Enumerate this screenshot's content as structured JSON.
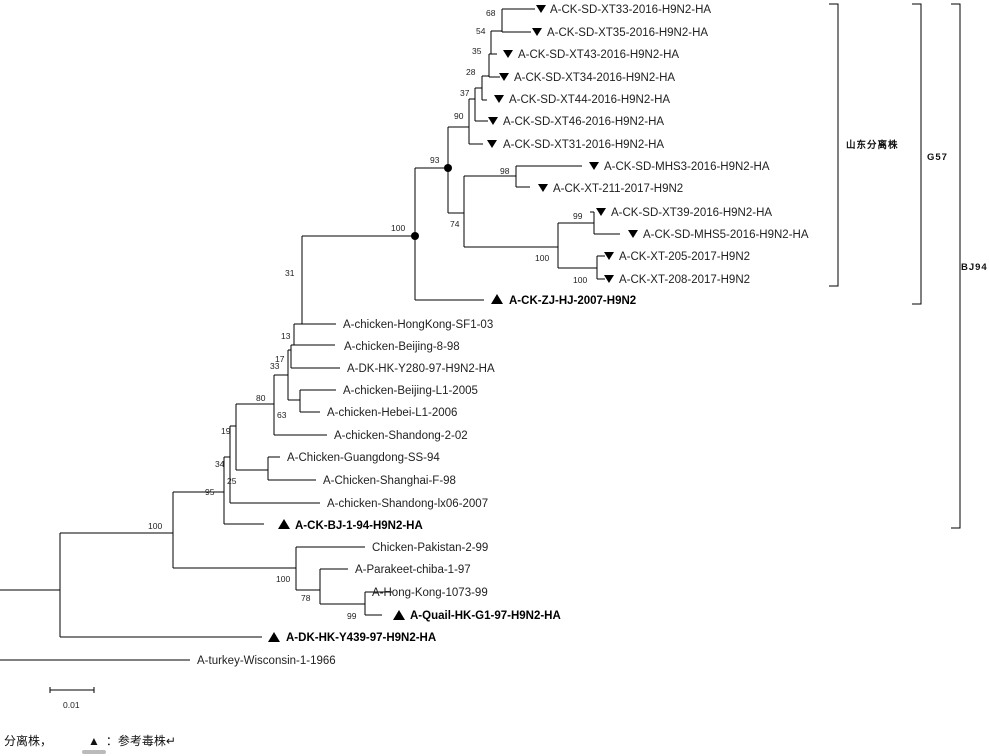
{
  "leaves": [
    {
      "label": "A-CK-SD-XT33-2016-H9N2-HA",
      "marker": "down",
      "bold": false
    },
    {
      "label": "A-CK-SD-XT35-2016-H9N2-HA",
      "marker": "down",
      "bold": false
    },
    {
      "label": "A-CK-SD-XT43-2016-H9N2-HA",
      "marker": "down",
      "bold": false
    },
    {
      "label": "A-CK-SD-XT34-2016-H9N2-HA",
      "marker": "down",
      "bold": false
    },
    {
      "label": "A-CK-SD-XT44-2016-H9N2-HA",
      "marker": "down",
      "bold": false
    },
    {
      "label": "A-CK-SD-XT46-2016-H9N2-HA",
      "marker": "down",
      "bold": false
    },
    {
      "label": "A-CK-SD-XT31-2016-H9N2-HA",
      "marker": "down",
      "bold": false
    },
    {
      "label": "A-CK-SD-MHS3-2016-H9N2-HA",
      "marker": "down",
      "bold": false
    },
    {
      "label": "A-CK-XT-211-2017-H9N2",
      "marker": "down",
      "bold": false
    },
    {
      "label": "A-CK-SD-XT39-2016-H9N2-HA",
      "marker": "down",
      "bold": false
    },
    {
      "label": "A-CK-SD-MHS5-2016-H9N2-HA",
      "marker": "down",
      "bold": false
    },
    {
      "label": "A-CK-XT-205-2017-H9N2",
      "marker": "down",
      "bold": false
    },
    {
      "label": "A-CK-XT-208-2017-H9N2",
      "marker": "down",
      "bold": false
    },
    {
      "label": "A-CK-ZJ-HJ-2007-H9N2",
      "marker": "up",
      "bold": true
    },
    {
      "label": "A-chicken-HongKong-SF1-03",
      "marker": "",
      "bold": false
    },
    {
      "label": "A-chicken-Beijing-8-98",
      "marker": "",
      "bold": false
    },
    {
      "label": "A-DK-HK-Y280-97-H9N2-HA",
      "marker": "",
      "bold": false
    },
    {
      "label": "A-chicken-Beijing-L1-2005",
      "marker": "",
      "bold": false
    },
    {
      "label": "A-chicken-Hebei-L1-2006",
      "marker": "",
      "bold": false
    },
    {
      "label": "A-chicken-Shandong-2-02",
      "marker": "",
      "bold": false
    },
    {
      "label": "A-Chicken-Guangdong-SS-94",
      "marker": "",
      "bold": false
    },
    {
      "label": "A-Chicken-Shanghai-F-98",
      "marker": "",
      "bold": false
    },
    {
      "label": "A-chicken-Shandong-lx06-2007",
      "marker": "",
      "bold": false
    },
    {
      "label": "A-CK-BJ-1-94-H9N2-HA",
      "marker": "up",
      "bold": true
    },
    {
      "label": "Chicken-Pakistan-2-99",
      "marker": "",
      "bold": false
    },
    {
      "label": "A-Parakeet-chiba-1-97",
      "marker": "",
      "bold": false
    },
    {
      "label": "A-Hong-Kong-1073-99",
      "marker": "",
      "bold": false
    },
    {
      "label": "A-Quail-HK-G1-97-H9N2-HA",
      "marker": "up",
      "bold": true
    },
    {
      "label": "A-DK-HK-Y439-97-H9N2-HA",
      "marker": "up",
      "bold": true
    },
    {
      "label": "A-turkey-Wisconsin-1-1966",
      "marker": "",
      "bold": false
    }
  ],
  "bootstrap": [
    "68",
    "54",
    "35",
    "28",
    "37",
    "90",
    "93",
    "98",
    "99",
    "100",
    "74",
    "100",
    "100",
    "31",
    "13",
    "17",
    "33",
    "80",
    "63",
    "19",
    "34",
    "25",
    "95",
    "100",
    "100",
    "78",
    "99"
  ],
  "clades": {
    "shandong": "山东分离株",
    "g57": "G57",
    "bj94": "BJ94"
  },
  "scale": {
    "value": "0.01"
  },
  "footnote": {
    "text1": "分离株，",
    "triangle": "▲",
    "text2": "：参考毒株↵"
  }
}
